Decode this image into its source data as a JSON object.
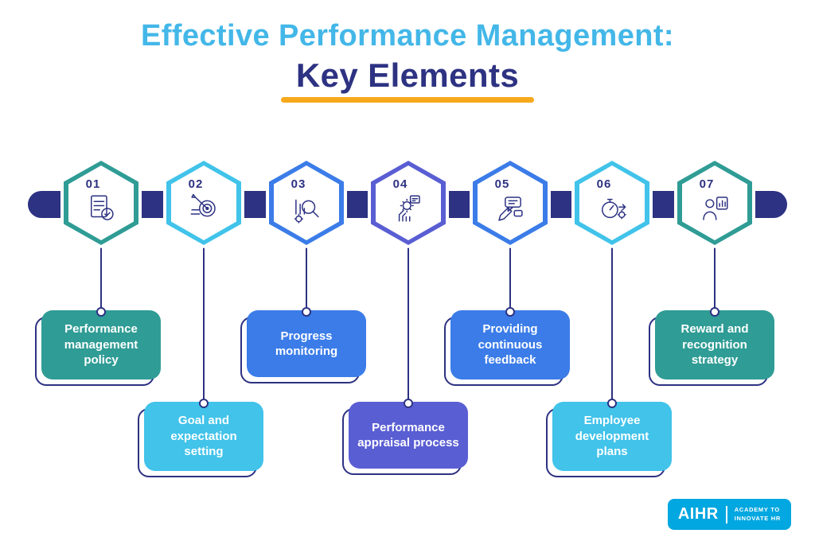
{
  "colors": {
    "navy": "#2D3282",
    "titleBlue": "#43B7E8",
    "underline": "#F6A81C",
    "logoBg": "#00A7E0",
    "teal": "#2F9C95",
    "cyan": "#41C3EA",
    "blue": "#3B7CE8",
    "purple": "#5A5ED3"
  },
  "title": {
    "line1": "Effective Performance Management:",
    "line2": "Key Elements"
  },
  "timeline": {
    "items": [
      {
        "number": "01",
        "label": "Performance management policy",
        "color": "#2F9C95",
        "icon": "policy-document-icon",
        "row": "top"
      },
      {
        "number": "02",
        "label": "Goal and expectation setting",
        "color": "#41C3EA",
        "icon": "goal-target-icon",
        "row": "bottom"
      },
      {
        "number": "03",
        "label": "Progress monitoring",
        "color": "#3B7CE8",
        "icon": "chart-magnifier-icon",
        "row": "top"
      },
      {
        "number": "04",
        "label": "Performance appraisal process",
        "color": "#5A5ED3",
        "icon": "hand-gear-appraisal-icon",
        "row": "bottom"
      },
      {
        "number": "05",
        "label": "Providing continuous feedback",
        "color": "#3B7CE8",
        "icon": "pencil-chat-feedback-icon",
        "row": "top"
      },
      {
        "number": "06",
        "label": "Employee development plans",
        "color": "#41C3EA",
        "icon": "stopwatch-development-icon",
        "row": "bottom"
      },
      {
        "number": "07",
        "label": "Reward and recognition strategy",
        "color": "#2F9C95",
        "icon": "person-recognition-chart-icon",
        "row": "top"
      }
    ]
  },
  "logo": {
    "brand": "AIHR",
    "tagline_line1": "ACADEMY TO",
    "tagline_line2": "INNOVATE HR"
  }
}
